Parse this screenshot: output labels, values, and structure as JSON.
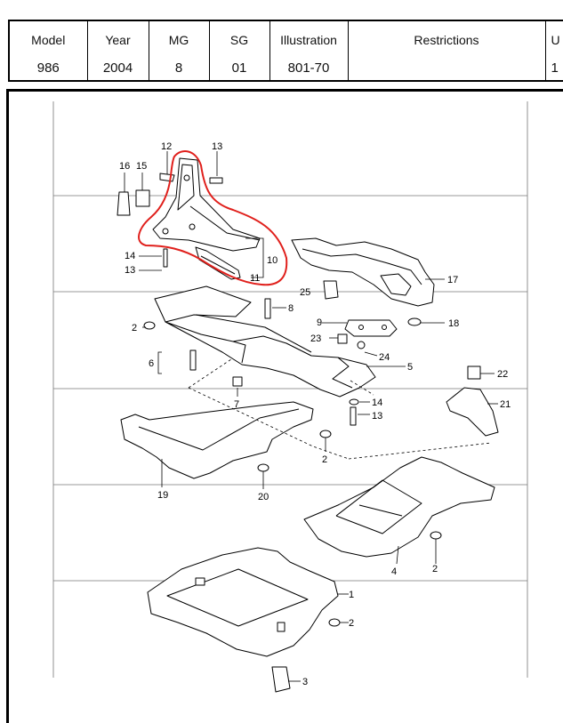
{
  "header": {
    "columns": [
      {
        "label": "Model",
        "value": "986"
      },
      {
        "label": "Year",
        "value": "2004"
      },
      {
        "label": "MG",
        "value": "8"
      },
      {
        "label": "SG",
        "value": "01"
      },
      {
        "label": "Illustration",
        "value": "801-70"
      },
      {
        "label": "Restrictions",
        "value": ""
      },
      {
        "label": "U",
        "value": "1"
      }
    ]
  },
  "diagram": {
    "callouts": [
      "12",
      "13",
      "16",
      "15",
      "14",
      "13",
      "10",
      "11",
      "17",
      "25",
      "8",
      "9",
      "18",
      "2",
      "23",
      "24",
      "6",
      "5",
      "22",
      "7",
      "14",
      "13",
      "21",
      "2",
      "19",
      "20",
      "4",
      "2",
      "1",
      "2",
      "3"
    ],
    "highlight_color": "#e0201c"
  }
}
